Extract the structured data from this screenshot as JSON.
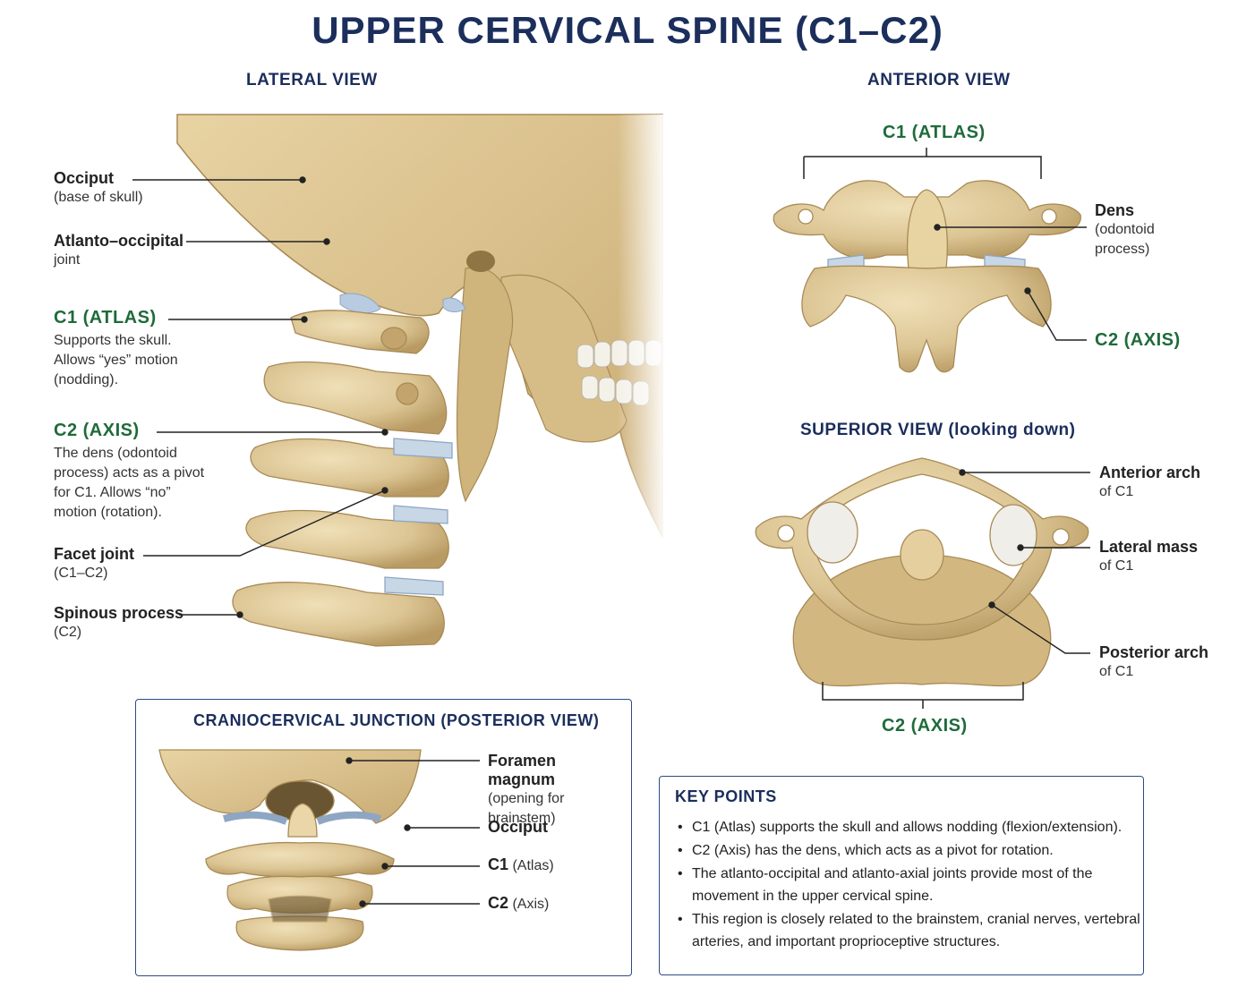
{
  "title": "UPPER CERVICAL SPINE (C1–C2)",
  "lateral": {
    "heading": "LATERAL VIEW",
    "labels": [
      {
        "name": "Occiput",
        "sub": "(base of skull)"
      },
      {
        "name": "Atlanto–occipital",
        "sub": "joint"
      },
      {
        "name": "C1 (ATLAS)",
        "sub": "Supports the skull. Allows “yes” motion (nodding)."
      },
      {
        "name": "C2 (AXIS)",
        "sub": "The dens (odontoid process) acts as a pivot for C1. Allows “no” motion (rotation)."
      },
      {
        "name": "Facet joint",
        "sub": "(C1–C2)"
      },
      {
        "name": "Spinous process",
        "sub": "(C2)"
      }
    ]
  },
  "anterior": {
    "heading": "ANTERIOR VIEW",
    "c1": "C1 (ATLAS)",
    "dens": {
      "name": "Dens",
      "sub": "(odontoid process)"
    },
    "c2": "C2 (AXIS)"
  },
  "superior": {
    "heading": "SUPERIOR VIEW (looking down)",
    "labels": [
      {
        "name": "Anterior arch",
        "sub": "of C1"
      },
      {
        "name": "Lateral mass",
        "sub": "of C1"
      },
      {
        "name": "Posterior arch",
        "sub": "of C1"
      }
    ],
    "c2": "C2 (AXIS)"
  },
  "posterior": {
    "heading": "CRANIOCERVICAL JUNCTION (POSTERIOR VIEW)",
    "foramen": {
      "name": "Foramen magnum",
      "sub": "(opening for brainstem)"
    },
    "occiput": "Occiput",
    "c1": {
      "name": "C1",
      "sub": "(Atlas)"
    },
    "c2": {
      "name": "C2",
      "sub": "(Axis)"
    }
  },
  "key_points": {
    "heading": "KEY POINTS",
    "items": [
      "C1 (Atlas) supports the skull and allows nodding (flexion/extension).",
      "C2 (Axis) has the dens, which acts as a pivot for rotation.",
      "The atlanto-occipital and atlanto-axial joints provide most of the movement in the upper cervical spine.",
      "This region is closely related to the brainstem, cranial nerves, vertebral arteries, and important proprioceptive structures."
    ]
  },
  "colors": {
    "navy": "#1b2e5c",
    "green": "#1f6b3a",
    "bone": "#dcc594",
    "cartilage": "#b9cbe0"
  }
}
